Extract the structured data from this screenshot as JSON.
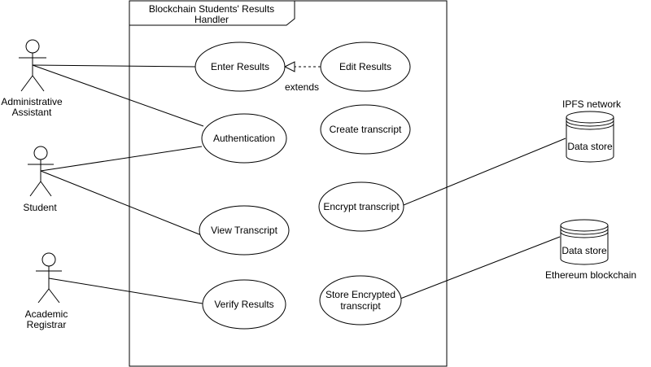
{
  "system": {
    "title_line1": "Blockchain Students' Results",
    "title_line2": "Handler"
  },
  "actors": {
    "admin": {
      "label_line1": "Administrative",
      "label_line2": "Assistant"
    },
    "student": {
      "label_line1": "Student"
    },
    "registrar": {
      "label_line1": "Academic",
      "label_line2": "Registrar"
    }
  },
  "usecases": {
    "enter_results": {
      "label_line1": "Enter Results"
    },
    "edit_results": {
      "label_line1": "Edit Results"
    },
    "authentication": {
      "label_line1": "Authentication"
    },
    "create_transcript": {
      "label_line1": "Create transcript"
    },
    "encrypt_transcript": {
      "label_line1": "Encrypt transcript"
    },
    "view_transcript": {
      "label_line1": "View Transcript"
    },
    "verify_results": {
      "label_line1": "Verify Results"
    },
    "store_encrypted": {
      "label_line1": "Store Encrypted",
      "label_line2": "transcript"
    }
  },
  "relations": {
    "extends_label": "extends"
  },
  "datastores": {
    "ipfs": {
      "caption": "IPFS network",
      "label": "Data store"
    },
    "ethereum": {
      "caption": "Ethereum blockchain",
      "label": "Data store"
    }
  }
}
